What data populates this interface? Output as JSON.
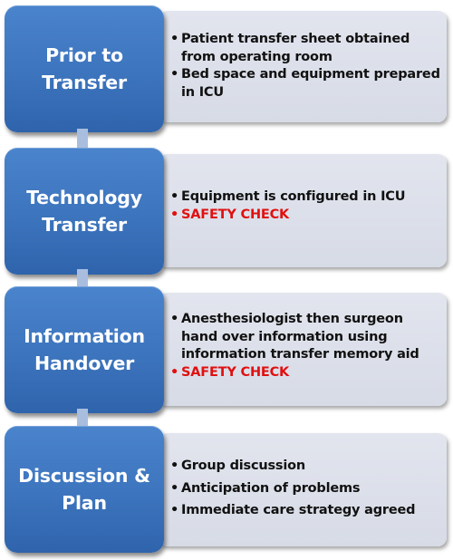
{
  "steps": [
    {
      "title": "Prior to\nTransfer",
      "bullets": [
        {
          "text": "Patient transfer sheet obtained from operating room",
          "color": "#111111"
        },
        {
          "text": "Bed space and equipment prepared in ICU",
          "color": "#111111"
        }
      ]
    },
    {
      "title": "Technology\nTransfer",
      "bullets": [
        {
          "text": "Equipment is configured in ICU",
          "color": "#111111"
        },
        {
          "text": "SAFETY CHECK",
          "color": "#e01010"
        }
      ]
    },
    {
      "title": "Information\nHandover",
      "bullets": [
        {
          "text": "Anesthesiologist then surgeon hand over information using information transfer memory aid",
          "color": "#111111"
        },
        {
          "text": "SAFETY CHECK",
          "color": "#e01010"
        }
      ]
    },
    {
      "title": "Discussion &\nPlan",
      "bullets": [
        {
          "text": "Group discussion",
          "color": "#111111"
        },
        {
          "text": "Anticipation of problems",
          "color": "#111111"
        },
        {
          "text": "Immediate care strategy agreed",
          "color": "#111111"
        }
      ]
    }
  ],
  "colors": {
    "step_box": "#3c74bd",
    "panel": "#dadde7",
    "arrow": "#a9bedf",
    "safety_check": "#e01010"
  }
}
